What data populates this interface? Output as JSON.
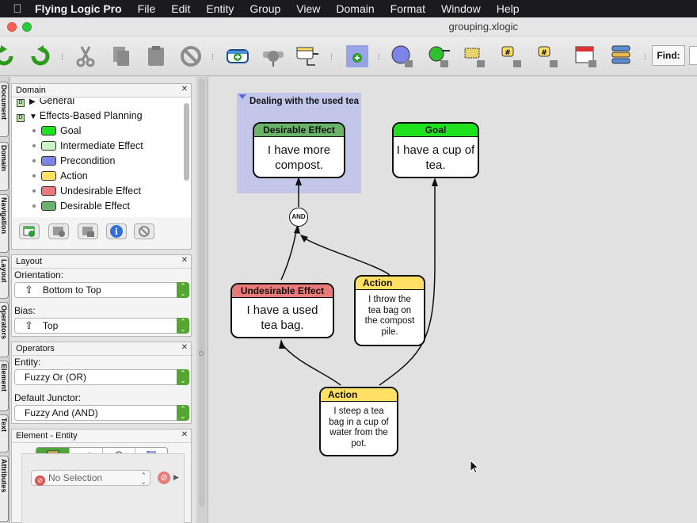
{
  "menubar": {
    "app_name": "Flying Logic Pro",
    "items": [
      "File",
      "Edit",
      "Entity",
      "Group",
      "View",
      "Domain",
      "Format",
      "Window",
      "Help"
    ]
  },
  "window": {
    "title": "grouping.xlogic"
  },
  "toolbar": {
    "buttons": [
      "undo-icon",
      "redo-icon",
      "cut-icon",
      "copy-icon",
      "paste-icon",
      "delete-icon",
      "new-entity-icon",
      "new-junctor-icon",
      "insert-entity-icon",
      "new-group-icon",
      "confidence-icon",
      "edge-weight-icon",
      "annotation-icon",
      "entity-number-icon",
      "edge-number-icon",
      "calendar-icon",
      "resource-icon"
    ],
    "find_label": "Find:"
  },
  "side_tabs": [
    "Document",
    "Domain",
    "Navigation",
    "Layout",
    "Operators",
    "Element",
    "Text",
    "Attributes"
  ],
  "domain_panel": {
    "title": "Domain",
    "items": [
      {
        "label": "General",
        "type": "domain",
        "expanded": false
      },
      {
        "label": "Effects-Based Planning",
        "type": "domain",
        "expanded": true
      },
      {
        "label": "Goal",
        "type": "class",
        "color": "#1ee21e"
      },
      {
        "label": "Intermediate Effect",
        "type": "class",
        "color": "#c9f5c4"
      },
      {
        "label": "Precondition",
        "type": "class",
        "color": "#7d84e8"
      },
      {
        "label": "Action",
        "type": "class",
        "color": "#ffe063"
      },
      {
        "label": "Undesirable Effect",
        "type": "class",
        "color": "#ea7a7a"
      },
      {
        "label": "Desirable Effect",
        "type": "class",
        "color": "#6ab46a"
      }
    ],
    "buttons": [
      "new-class-icon",
      "duplicate-class-icon",
      "delete-class-icon",
      "info-icon",
      "prohibited-icon"
    ]
  },
  "layout_panel": {
    "title": "Layout",
    "orientation_label": "Orientation:",
    "orientation_value": "Bottom to Top",
    "bias_label": "Bias:",
    "bias_value": "Top"
  },
  "operators_panel": {
    "title": "Operators",
    "entity_label": "Entity:",
    "entity_value": "Fuzzy Or (OR)",
    "junctor_label": "Default Junctor:",
    "junctor_value": "Fuzzy And (AND)"
  },
  "element_panel": {
    "title": "Element - Entity",
    "tabs": [
      "entity-tab-icon",
      "edge-tab-icon",
      "junctor-tab-icon",
      "group-tab-icon"
    ],
    "selection_text": "No Selection"
  },
  "canvas": {
    "group": {
      "title": "Dealing with the used tea bag"
    },
    "entities": {
      "desirable": {
        "class": "Desirable Effect",
        "text": "I have more compost.",
        "color": "#6ab46a"
      },
      "goal": {
        "class": "Goal",
        "text": "I have a cup of tea.",
        "color": "#1ee21e"
      },
      "undesirable": {
        "class": "Undesirable Effect",
        "text": "I have a used tea bag.",
        "color": "#ea7a7a"
      },
      "action1": {
        "class": "Action",
        "text": "I throw the tea bag on the compost pile.",
        "color": "#ffe063"
      },
      "action2": {
        "class": "Action",
        "text": "I steep a tea bag in a cup of water from the pot.",
        "color": "#ffe063"
      }
    },
    "junctor": {
      "label": "AND"
    }
  }
}
